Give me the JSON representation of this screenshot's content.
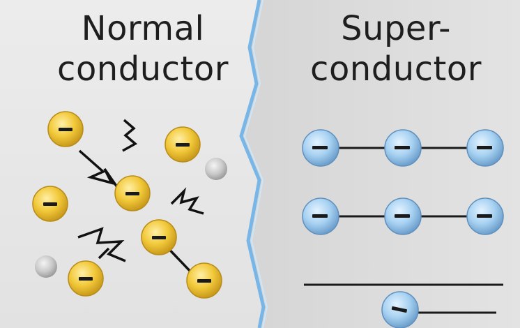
{
  "panels": {
    "left": {
      "title_line1": "Normal",
      "title_line2": "conductor",
      "colors": {
        "background": "#e7e7e7",
        "electron": "#f0c536",
        "electron_edge": "#b08716",
        "ion": "#bdbdbd"
      }
    },
    "right": {
      "title_line1": "Super-",
      "title_line2": "conductor",
      "colors": {
        "background": "#d9d9d9",
        "electron": "#9ec9ec",
        "electron_edge": "#5e8fbf"
      }
    },
    "divider_color": "#7ab8e8"
  },
  "symbols": {
    "electron_charge": "−"
  },
  "icons": [
    "electron-icon",
    "ion-icon",
    "scatter-zigzag-icon",
    "cooper-pair-line-icon"
  ]
}
